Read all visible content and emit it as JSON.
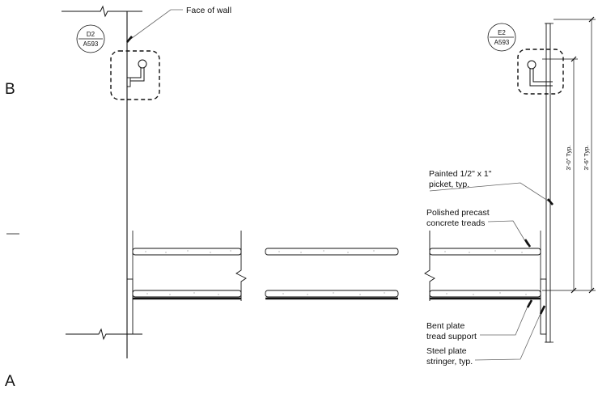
{
  "grid_labels": {
    "upper": "B",
    "lower": "A"
  },
  "detail_tags": [
    {
      "id": "D2",
      "sheet": "A593"
    },
    {
      "id": "E2",
      "sheet": "A593"
    }
  ],
  "notes": {
    "face_of_wall": "Face of wall",
    "picket": [
      "Painted 1/2\" x 1\"",
      "picket, typ."
    ],
    "treads": [
      "Polished precast",
      "concrete treads"
    ],
    "bent_plate": [
      "Bent plate",
      "tread support"
    ],
    "stringer": [
      "Steel plate",
      "stringer, typ."
    ]
  },
  "dimensions": {
    "inner": "3'-0\" Typ.",
    "outer": "3'-6\" Typ."
  },
  "colors": {
    "line": "#111111",
    "leader": "#666666",
    "background": "#ffffff"
  }
}
